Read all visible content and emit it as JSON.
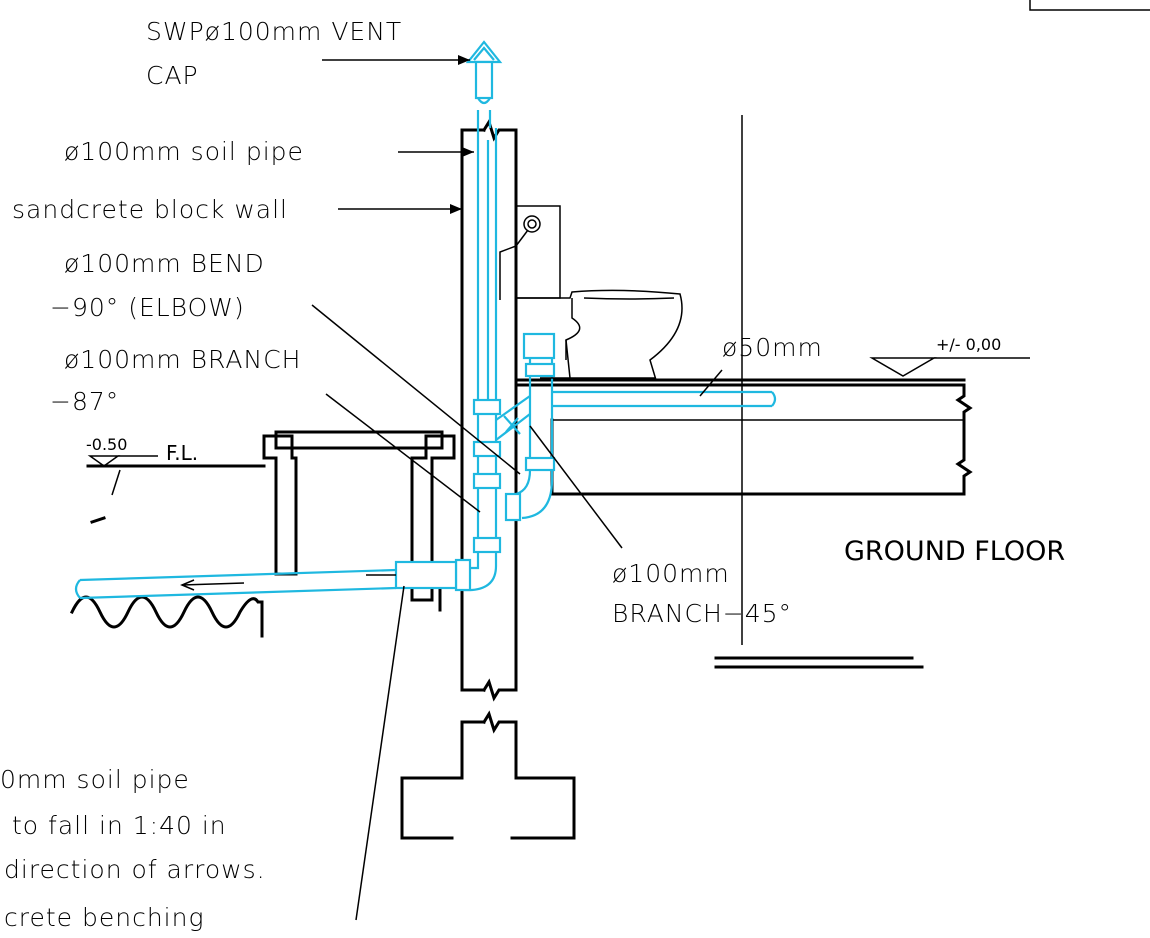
{
  "labels": {
    "vent_cap_line1": "SWPø100mm VENT",
    "vent_cap_line2": "CAP",
    "soil_pipe": "ø100mm soil pipe",
    "block_wall": "sandcrete block wall",
    "bend_line1": "ø100mm BEND",
    "bend_line2": "−90° (ELBOW)",
    "branch87_line1": "ø100mm BRANCH",
    "branch87_line2": "−87°",
    "level_fl_value": "-0.50",
    "level_fl_label": "F.L.",
    "pipe50": "ø50mm",
    "level_floor": "+/- 0,00",
    "ground_floor": "GROUND FLOOR",
    "branch45_line1": "ø100mm",
    "branch45_line2": "BRANCH−45°",
    "note_line1": "0mm soil pipe",
    "note_line2": "to fall in 1:40 in",
    "note_line3": "direction of arrows.",
    "bench_line1": "crete benching"
  },
  "colors": {
    "pipe": "#1fb8e0",
    "line": "#000000"
  }
}
